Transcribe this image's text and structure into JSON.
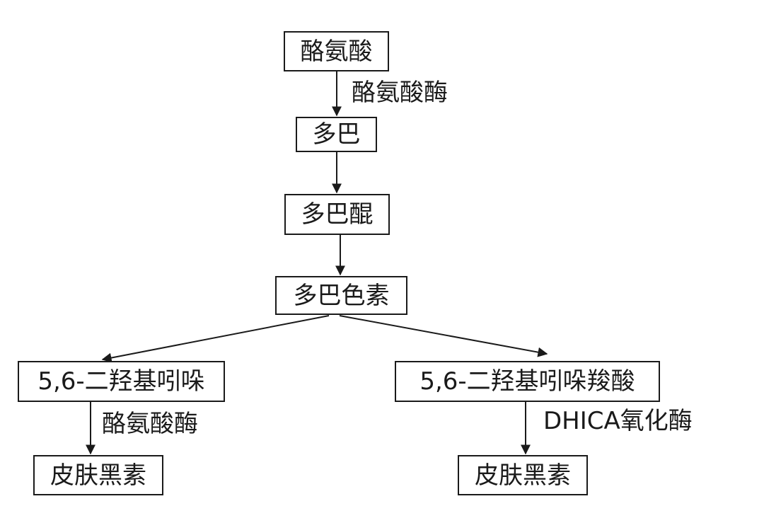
{
  "nodes": {
    "tyrosine": "酪氨酸",
    "dopa": "多巴",
    "dopaquinone": "多巴醌",
    "dopachrome": "多巴色素",
    "dhi": "5,6-二羟基吲哚",
    "dhica": "5,6-二羟基吲哚羧酸",
    "eumelanin_left": "皮肤黑素",
    "eumelanin_right": "皮肤黑素"
  },
  "edge_labels": {
    "tyrosine_to_dopa": "酪氨酸酶",
    "dhi_to_eumelanin": "酪氨酸酶",
    "dhica_to_eumelanin": "DHICA氧化酶"
  },
  "colors": {
    "stroke": "#1a1a1a",
    "background": "#ffffff"
  }
}
